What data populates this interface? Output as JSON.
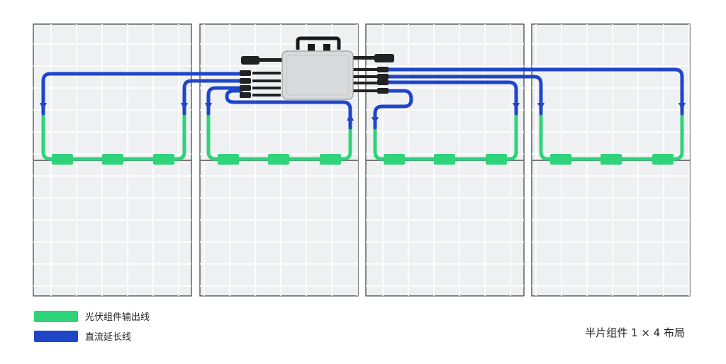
{
  "legend": {
    "pv_output_cable": {
      "label": "光伏组件输出线",
      "color": "#2ed37a"
    },
    "dc_extension_cable": {
      "label": "直流延长线",
      "color": "#1f45c9"
    }
  },
  "caption": "半片组件 1 × 4 布局",
  "colors": {
    "panel_fill": "#eef0f2",
    "panel_border": "#555555",
    "cell_line": "#ffffff",
    "inverter_body": "#d9dadc",
    "connector": "#222222"
  },
  "icons": [
    "pv-panel-icon",
    "microinverter-icon",
    "junction-box-icon",
    "mc4-connector-icon"
  ]
}
